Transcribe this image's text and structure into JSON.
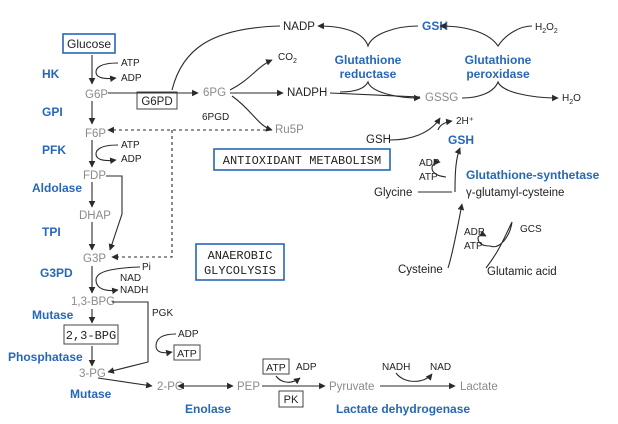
{
  "boxes": {
    "glucose": "Glucose",
    "g6pd": "G6PD",
    "antioxidant": "ANTIOXIDANT  METABOLISM",
    "anaerobic_1": "ANAEROBIC",
    "anaerobic_2": "GLYCOLYSIS",
    "bpg23": "2,3-BPG",
    "atp_pgk": "ATP",
    "atp_pk": "ATP",
    "pk": "PK"
  },
  "enzymes": {
    "hk": "HK",
    "gpi": "GPI",
    "pfk": "PFK",
    "aldolase": "Aldolase",
    "tpi": "TPI",
    "g3pd": "G3PD",
    "mutase_1": "Mutase",
    "phosphatase": "Phosphatase",
    "mutase_2": "Mutase",
    "enolase": "Enolase",
    "ldh": "Lactate dehydrogenase",
    "glutathione_reductase_1": "Glutathione",
    "glutathione_reductase_2": "reductase",
    "glutathione_peroxidase_1": "Glutathione",
    "glutathione_peroxidase_2": "peroxidase",
    "glutathione_synthetase": "Glutathione-synthetase",
    "pgk": "PGK",
    "pgd6": "6PGD",
    "gcs": "GCS"
  },
  "metabolites": {
    "g6p": "G6P",
    "f6p": "F6P",
    "fdp": "FDP",
    "dhap": "DHAP",
    "g3p": "G3P",
    "bpg13": "1,3-BPG",
    "pg3": "3-PG",
    "pg2": "2-PG",
    "pep": "PEP",
    "pyruvate": "Pyruvate",
    "lactate": "Lactate",
    "pg6": "6PG",
    "ru5p": "Ru5P",
    "gssg": "GSSG",
    "gsh_top": "GSH",
    "gsh_mid": "GSH",
    "gsh_small": "GSH",
    "glycine": "Glycine",
    "gamma_glu_cys": "γ-glutamyl-cysteine",
    "cysteine": "Cysteine",
    "glutamic_acid": "Glutamic acid"
  },
  "cofactors": {
    "atp_hk": "ATP",
    "adp_hk": "ADP",
    "atp_pfk": "ATP",
    "adp_pfk": "ADP",
    "pi": "Pi",
    "nad": "NAD",
    "nadh": "NADH",
    "adp_pgk": "ADP",
    "adp_pk": "ADP",
    "nadh_ldh": "NADH",
    "nad_ldh": "NAD",
    "nadp": "NADP",
    "nadph": "NADPH",
    "co2": "CO",
    "co2_sub": "2",
    "h2o2_h": "H",
    "h2o2_sub": "2",
    "h2o2_o": "O",
    "h2o2_sub2": "2",
    "h2o_h": "H",
    "h2o_sub": "2",
    "h2o_o": "O",
    "h2plus": "2H⁺",
    "adp_gs": "ADP",
    "atp_gs": "ATP",
    "adp_gcs": "ADP",
    "atp_gcs": "ATP"
  }
}
